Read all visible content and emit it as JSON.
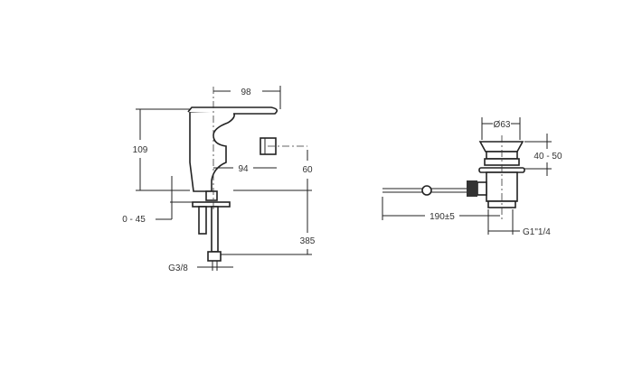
{
  "faucet": {
    "width_label": "98",
    "height_label": "109",
    "spout_reach_label": "94",
    "spout_height_label": "60",
    "deck_thickness_label": "0 - 45",
    "hose_length_label": "385",
    "connection_label": "G3/8"
  },
  "waste": {
    "diameter_label": "Ø63",
    "height_range_label": "40 - 50",
    "rod_length_label": "190±5",
    "thread_label": "G1\"1/4"
  }
}
